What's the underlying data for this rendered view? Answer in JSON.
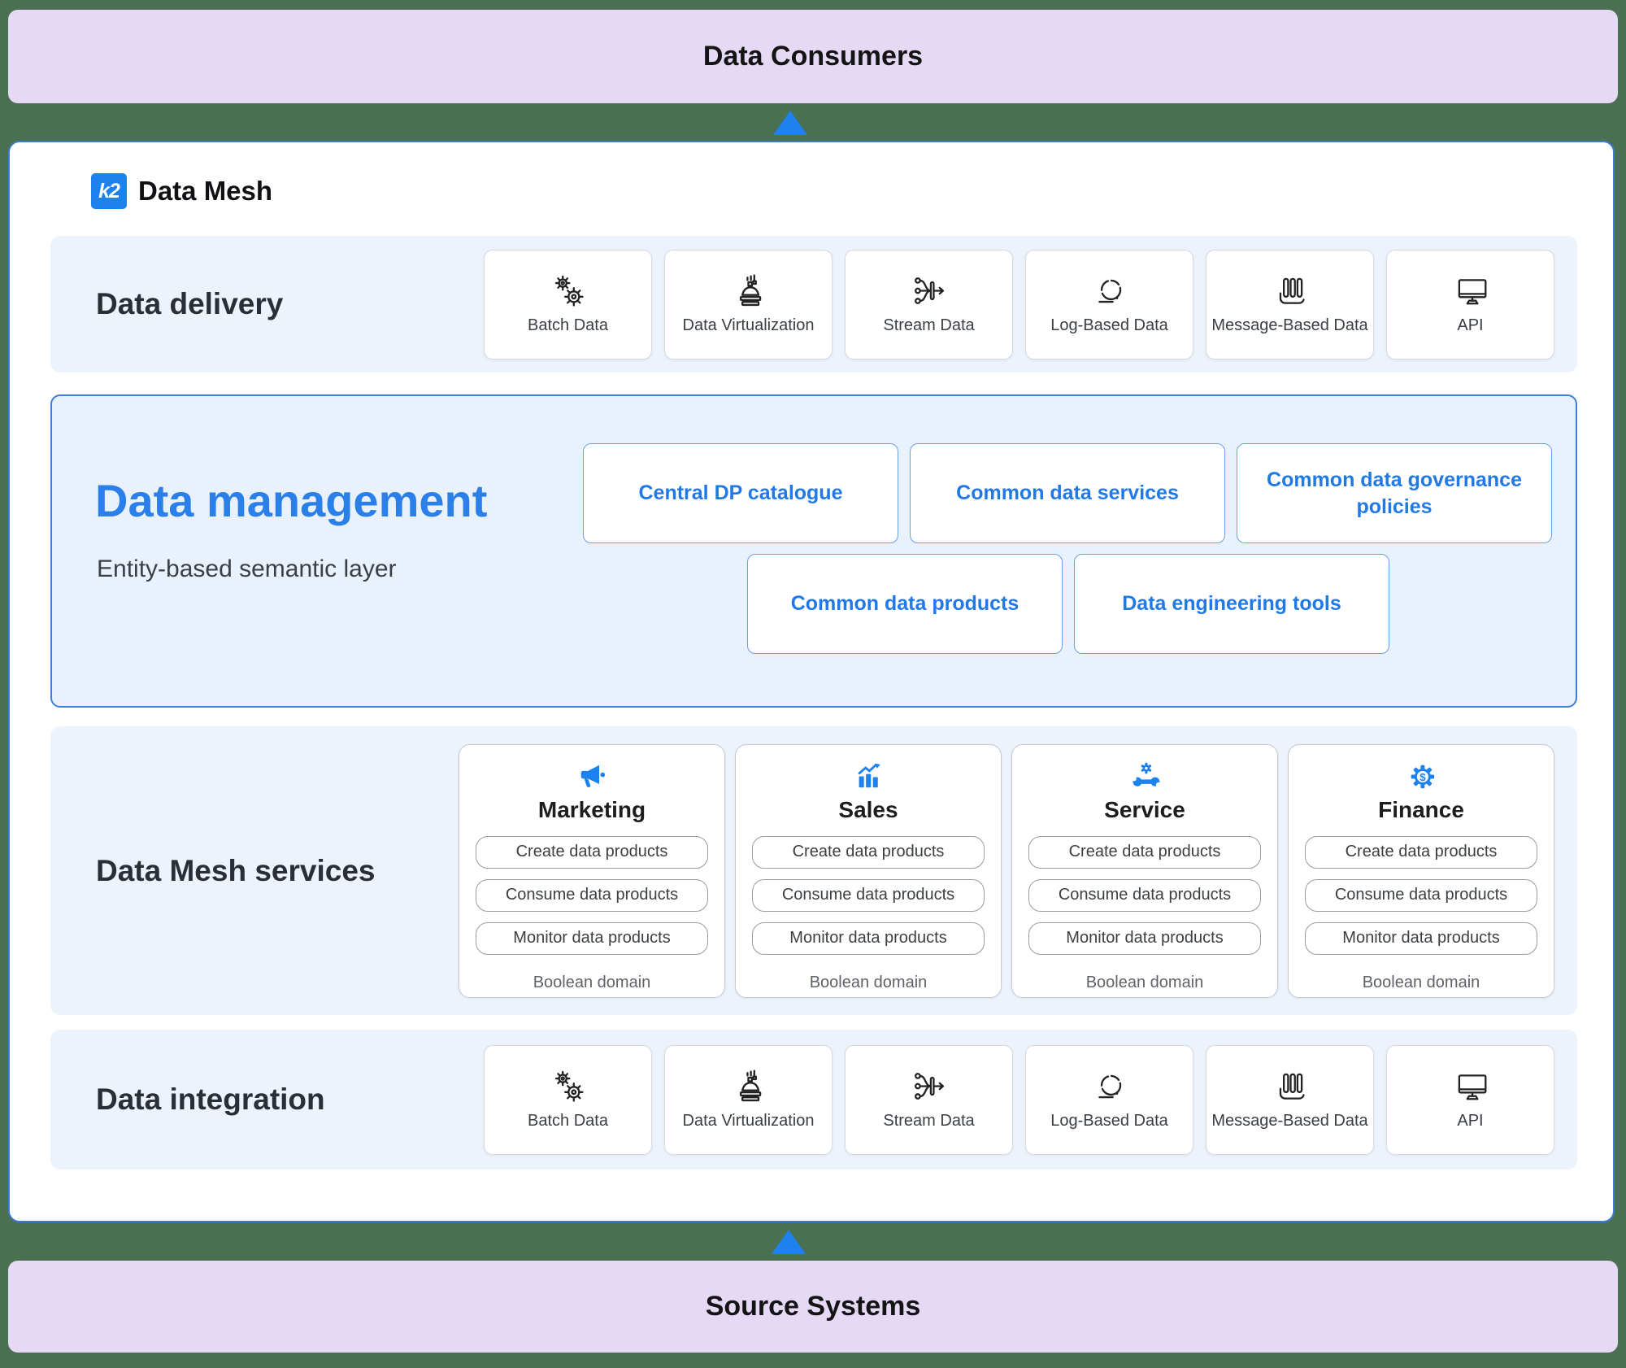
{
  "banners": {
    "top": "Data Consumers",
    "bottom": "Source Systems"
  },
  "brand": {
    "logo": "k2",
    "name": "Data Mesh"
  },
  "colors": {
    "accent_blue": "#1d82ee",
    "management_title_blue": "#2a7fe8",
    "lavender_banner": "#e6d9f6",
    "page_background": "#4a7052",
    "section_background": "#edf3fd"
  },
  "delivery": {
    "label": "Data delivery",
    "cards": [
      {
        "label": "Batch Data",
        "icon": "gears-icon"
      },
      {
        "label": "Data Virtualization",
        "icon": "funnel-stack-icon"
      },
      {
        "label": "Stream Data",
        "icon": "branch-arrows-icon"
      },
      {
        "label": "Log-Based Data",
        "icon": "cycle-icon"
      },
      {
        "label": "Message-Based Data",
        "icon": "queue-bars-icon"
      },
      {
        "label": "API",
        "icon": "monitor-icon"
      }
    ]
  },
  "management": {
    "title": "Data management",
    "subtitle": "Entity-based semantic layer",
    "buttons": [
      "Central DP catalogue",
      "Common data services",
      "Common data governance policies",
      "Common data products",
      "Data engineering tools"
    ]
  },
  "services": {
    "label": "Data Mesh services",
    "domains": [
      {
        "name": "Marketing",
        "icon": "megaphone-icon",
        "actions": [
          "Create data products",
          "Consume data products",
          "Monitor data products"
        ],
        "footer": "Boolean domain"
      },
      {
        "name": "Sales",
        "icon": "bar-chart-trend-icon",
        "actions": [
          "Create data products",
          "Consume data products",
          "Monitor data products"
        ],
        "footer": "Boolean domain"
      },
      {
        "name": "Service",
        "icon": "wrench-gear-icon",
        "actions": [
          "Create data products",
          "Consume data products",
          "Monitor data products"
        ],
        "footer": "Boolean domain"
      },
      {
        "name": "Finance",
        "icon": "dollar-gear-icon",
        "actions": [
          "Create data products",
          "Consume data products",
          "Monitor data products"
        ],
        "footer": "Boolean domain"
      }
    ]
  },
  "integration": {
    "label": "Data integration",
    "cards": [
      {
        "label": "Batch Data",
        "icon": "gears-icon"
      },
      {
        "label": "Data Virtualization",
        "icon": "funnel-stack-icon"
      },
      {
        "label": "Stream Data",
        "icon": "branch-arrows-icon"
      },
      {
        "label": "Log-Based Data",
        "icon": "cycle-icon"
      },
      {
        "label": "Message-Based Data",
        "icon": "queue-bars-icon"
      },
      {
        "label": "API",
        "icon": "monitor-icon"
      }
    ]
  }
}
